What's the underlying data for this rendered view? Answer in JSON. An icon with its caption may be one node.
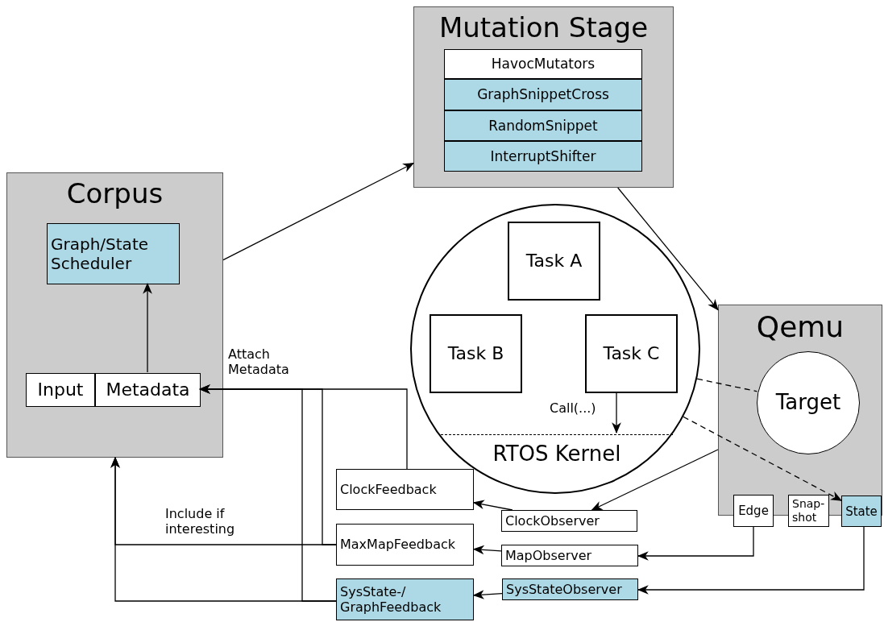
{
  "diagram": {
    "nodes": [
      {
        "text": [
          "Corpus"
        ]
      },
      {
        "text": [
          "Graph/State Scheduler"
        ],
        "in": 0
      },
      {
        "text": [
          "Input"
        ],
        "in": 0
      },
      {
        "text": [
          "Metadata"
        ],
        "in": 0
      },
      {
        "text": [
          "Mutation Stage"
        ]
      },
      {
        "text": [
          "HavocMutators"
        ],
        "in": 4
      },
      {
        "text": [
          "GraphSnippetCross"
        ],
        "in": 4
      },
      {
        "text": [
          "RandomSnippet"
        ],
        "in": 4
      },
      {
        "text": [
          "InterruptShifter"
        ],
        "in": 4
      },
      {
        "text": [],
        "shape": "circle"
      },
      {
        "text": [
          "Task A"
        ],
        "in": 9
      },
      {
        "text": [
          "Task B"
        ],
        "in": 9
      },
      {
        "text": [
          "Task C"
        ],
        "in": 9
      },
      {
        "text": [
          "RTOS Kernel"
        ],
        "in": 9
      },
      {
        "text": [
          "Qemu"
        ]
      },
      {
        "text": [
          "Target"
        ],
        "in": 14
      },
      {
        "text": [
          "Edge"
        ]
      },
      {
        "text": [
          "Snap- shot"
        ]
      },
      {
        "text": [
          "State"
        ]
      },
      {
        "text": [
          "ClockFeedback"
        ]
      },
      {
        "text": [
          "MaxMapFeedback"
        ]
      },
      {
        "text": [
          "SysState-/ GraphFeedback"
        ]
      },
      {
        "text": [
          "ClockObserver"
        ]
      },
      {
        "text": [
          "MapObserver"
        ]
      },
      {
        "text": [
          "SysStateObserver"
        ]
      }
    ],
    "edges": [
      {
        "from": 0,
        "to": 4,
        "arrow": "to"
      },
      {
        "from": 4,
        "to": 14,
        "arrow": "to"
      },
      {
        "from": 3,
        "to": 1,
        "arrow": "to"
      },
      {
        "from": 19,
        "to": 3,
        "arrow": "to",
        "label": "Attach Metadata"
      },
      {
        "from": 20,
        "to": 3,
        "arrow": "to"
      },
      {
        "from": 21,
        "to": 3,
        "arrow": "to"
      },
      {
        "from": 20,
        "to": 0,
        "arrow": "to",
        "label": "Include if interesting"
      },
      {
        "from": 21,
        "to": 0,
        "arrow": "to"
      },
      {
        "from": 14,
        "to": 22,
        "arrow": "to"
      },
      {
        "from": 22,
        "to": 19,
        "arrow": "to"
      },
      {
        "from": 23,
        "to": 20,
        "arrow": "to"
      },
      {
        "from": 24,
        "to": 21,
        "arrow": "to"
      },
      {
        "from": 16,
        "to": 23,
        "arrow": "to"
      },
      {
        "from": 18,
        "to": 24,
        "arrow": "to"
      },
      {
        "from": 12,
        "to": 13,
        "arrow": "to",
        "label": "Call(...)"
      },
      {
        "from": 9,
        "to": 15,
        "arrow": "none",
        "style": "dashed"
      },
      {
        "from": 9,
        "to": 18,
        "arrow": "to",
        "style": "dashed"
      }
    ]
  }
}
